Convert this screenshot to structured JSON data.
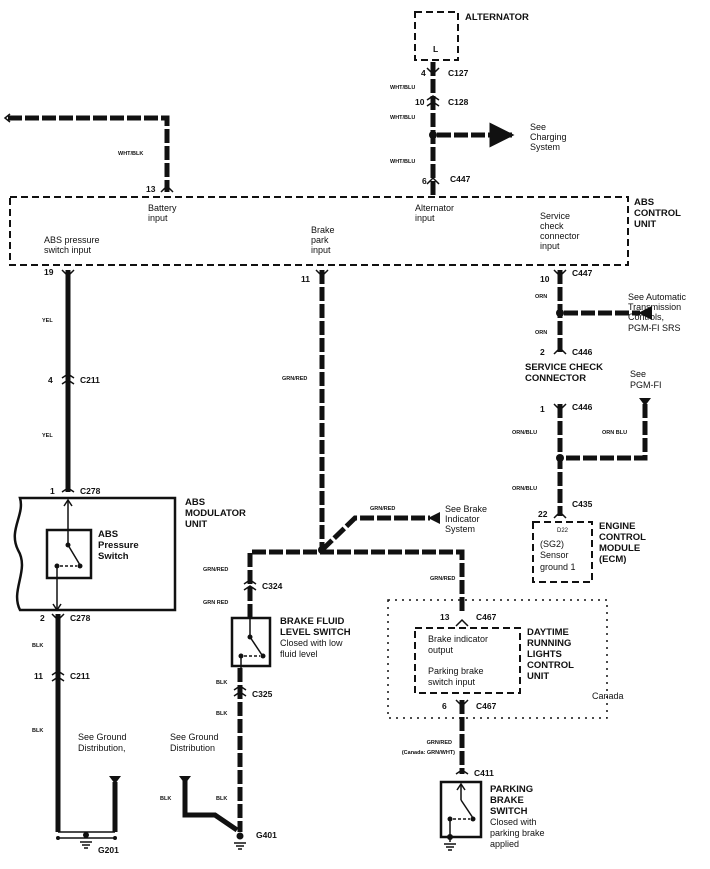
{
  "alternator": {
    "title": "ALTERNATOR",
    "terminal": "L"
  },
  "alt_circuit": {
    "c127": "C127",
    "c127_pin": "4",
    "c128": "C128",
    "c128_pin": "10",
    "c447": "C447",
    "c447_pin": "6",
    "wire_color": "WHT/BLU",
    "charging_ref": [
      "See",
      "Charging",
      "System"
    ]
  },
  "battery_circuit": {
    "wire_color": "WHT/BLK",
    "pin": "13"
  },
  "abs_control_unit": {
    "title": [
      "ABS",
      "CONTROL",
      "UNIT"
    ],
    "battery_input": [
      "Battery",
      "input"
    ],
    "abs_pressure_input": [
      "ABS pressure",
      "switch input"
    ],
    "brake_park_input": [
      "Brake",
      "park",
      "input"
    ],
    "alternator_input": [
      "Alternator",
      "input"
    ],
    "service_check_input": [
      "Service",
      "check",
      "connector",
      "input"
    ]
  },
  "abs_pressure_circuit": {
    "pin_top": "19",
    "wire_color": "YEL",
    "c211": "C211",
    "c211_pin": "4",
    "c278": "C278",
    "c278_pin_top": "1",
    "c278_pin_bottom": "2",
    "ground_wire": "BLK",
    "c211_lower_pin": "11",
    "ground_ref": [
      "See Ground",
      "Distribution,"
    ],
    "ground": "G201"
  },
  "abs_modulator": {
    "title": [
      "ABS",
      "MODULATOR",
      "UNIT"
    ],
    "switch": [
      "ABS",
      "Pressure",
      "Switch"
    ]
  },
  "brake_park_circuit": {
    "pin": "11",
    "wire_color": "GRN/RED",
    "indicator_ref": [
      "See Brake",
      "Indicator",
      "System"
    ],
    "c324": "C324",
    "c325": "C325",
    "ground_wire": "BLK",
    "ground_ref": [
      "See Ground",
      "Distribution"
    ],
    "ground": "G401",
    "wire_color_alt": "GRN RED"
  },
  "brake_fluid_switch": {
    "title": [
      "BRAKE FLUID",
      "LEVEL SWITCH"
    ],
    "desc": [
      "Closed with low",
      "fluid level"
    ]
  },
  "drl_unit": {
    "title": [
      "DAYTIME",
      "RUNNING",
      "LIGHTS",
      "CONTROL",
      "UNIT"
    ],
    "output": [
      "Brake indicator",
      "output"
    ],
    "input": [
      "Parking brake",
      "switch input"
    ],
    "region": "Canada",
    "c467": "C467",
    "pin_top": "13",
    "pin_bottom": "6",
    "wire_below": [
      "GRN/RED",
      "(Canada: GRN/WHT)"
    ],
    "c411": "C411"
  },
  "parking_brake_switch": {
    "title": [
      "PARKING",
      "BRAKE",
      "SWITCH"
    ],
    "desc": [
      "Closed with",
      "parking brake",
      "applied"
    ]
  },
  "service_check": {
    "c447": "C447",
    "c447_pin": "10",
    "wire_color": "ORN",
    "atc_ref": [
      "See Automatic",
      "Transmission",
      "Controls,",
      "PGM-FI SRS"
    ],
    "c446": "C446",
    "c446_pin_top": "2",
    "c446_pin_bottom": "1",
    "title": [
      "SERVICE CHECK",
      "CONNECTOR"
    ],
    "pgmfi_ref": [
      "See",
      "PGM-FI"
    ],
    "wire_color2": "ORN/BLU",
    "wire_color2_alt": "ORN BLU",
    "c435": "C435",
    "c435_pin": "22"
  },
  "ecm": {
    "terminal": "D22",
    "desc": [
      "(SG2)",
      "Sensor",
      "ground 1"
    ],
    "title": [
      "ENGINE",
      "CONTROL",
      "MODULE",
      "(ECM)"
    ]
  }
}
